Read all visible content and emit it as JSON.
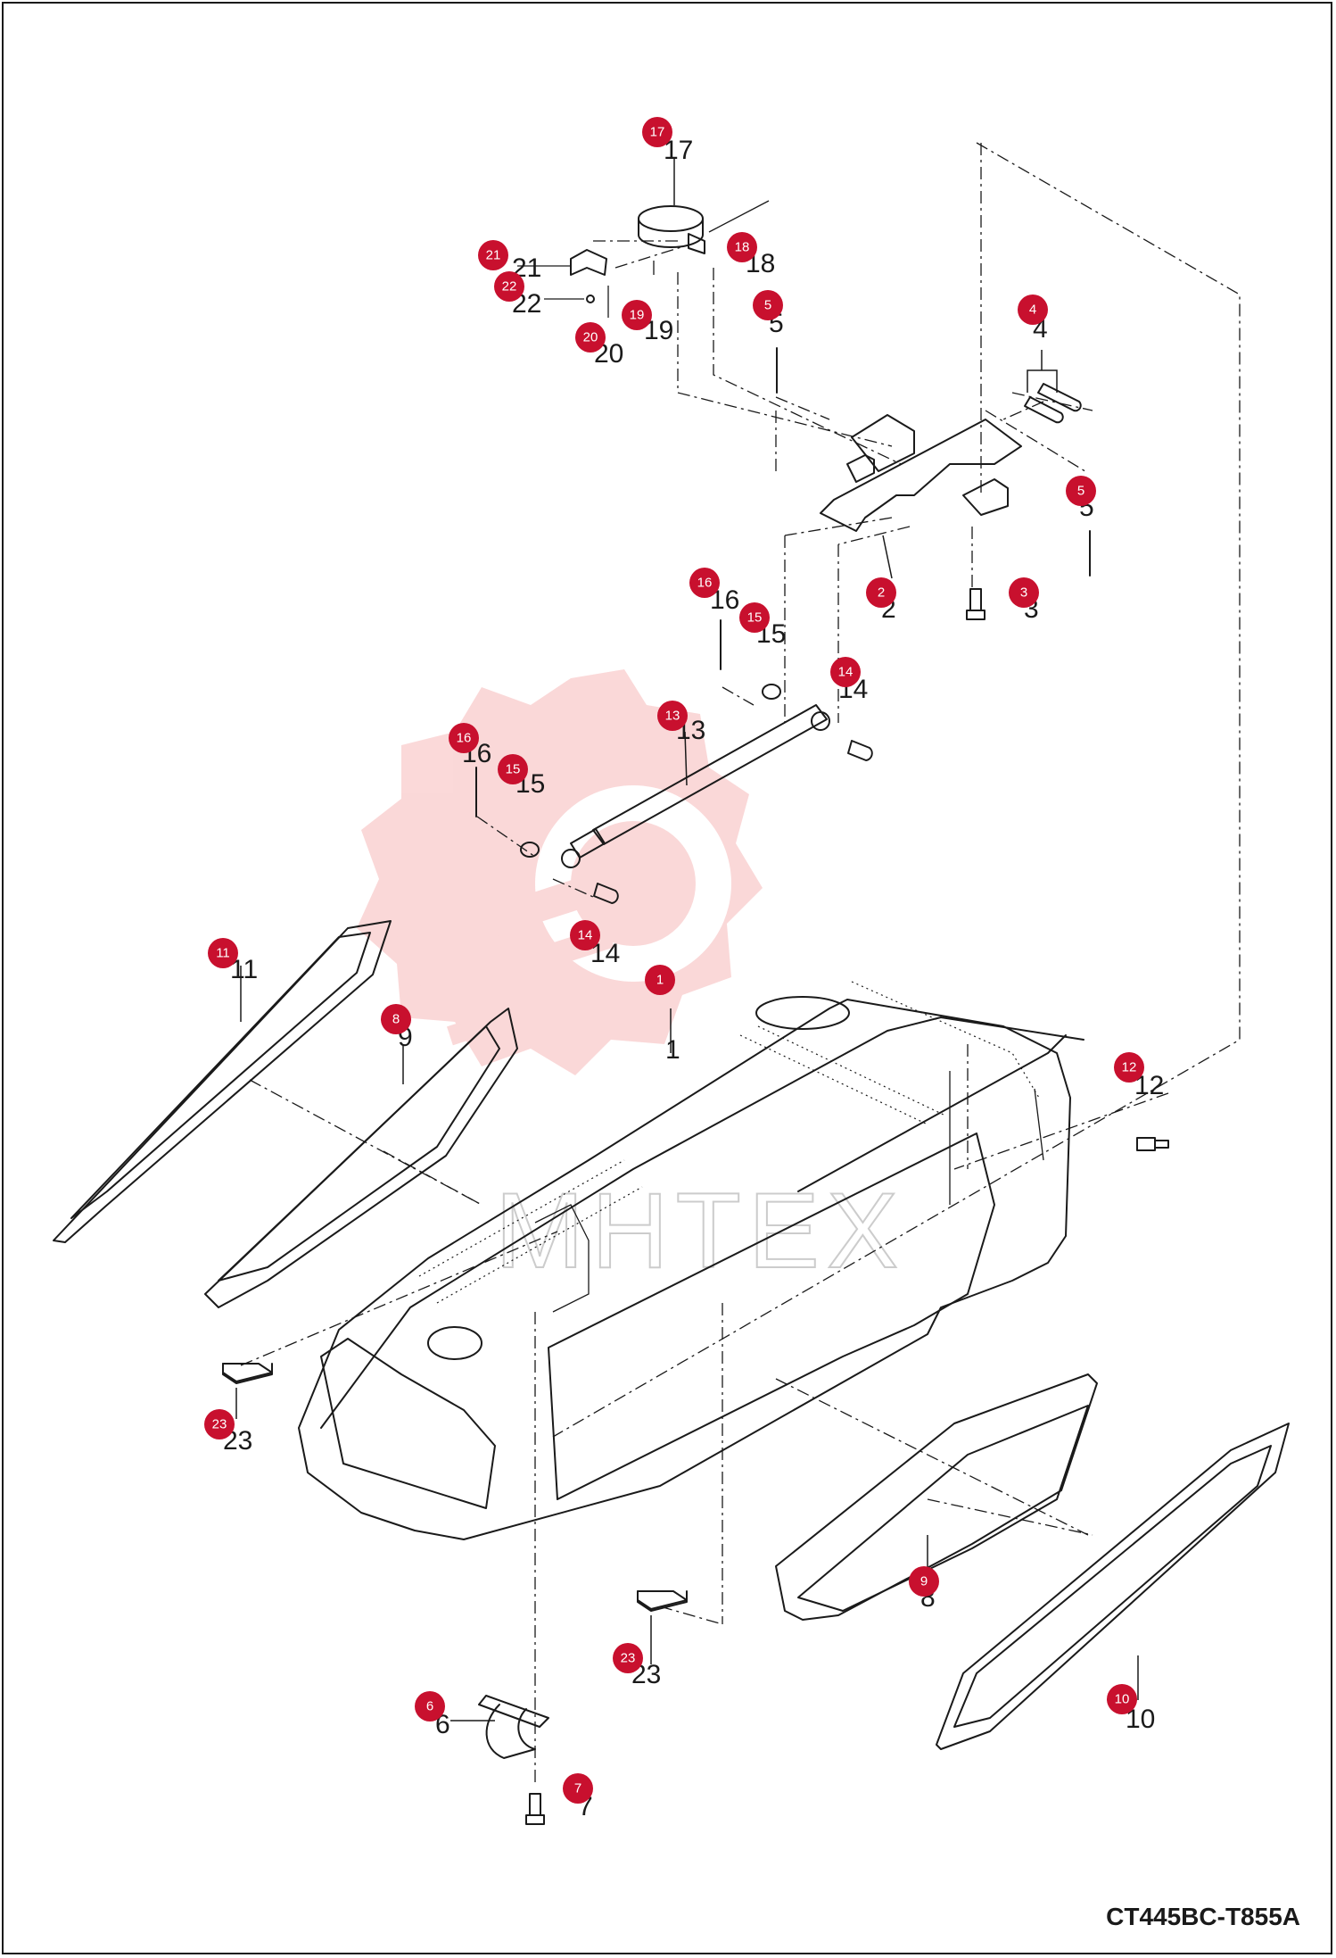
{
  "drawing_code": "CT445BC-T855A",
  "watermark": "MHTEX",
  "colors": {
    "badge": "#c8102e",
    "watermark": "#f7b9b9",
    "line": "#1a1a1a"
  },
  "callouts": [
    "1",
    "2",
    "3",
    "4",
    "5",
    "5",
    "6",
    "7",
    "8",
    "9",
    "10",
    "11",
    "12",
    "13",
    "14",
    "14",
    "15",
    "15",
    "16",
    "16",
    "17",
    "18",
    "19",
    "20",
    "21",
    "22",
    "23",
    "23"
  ]
}
